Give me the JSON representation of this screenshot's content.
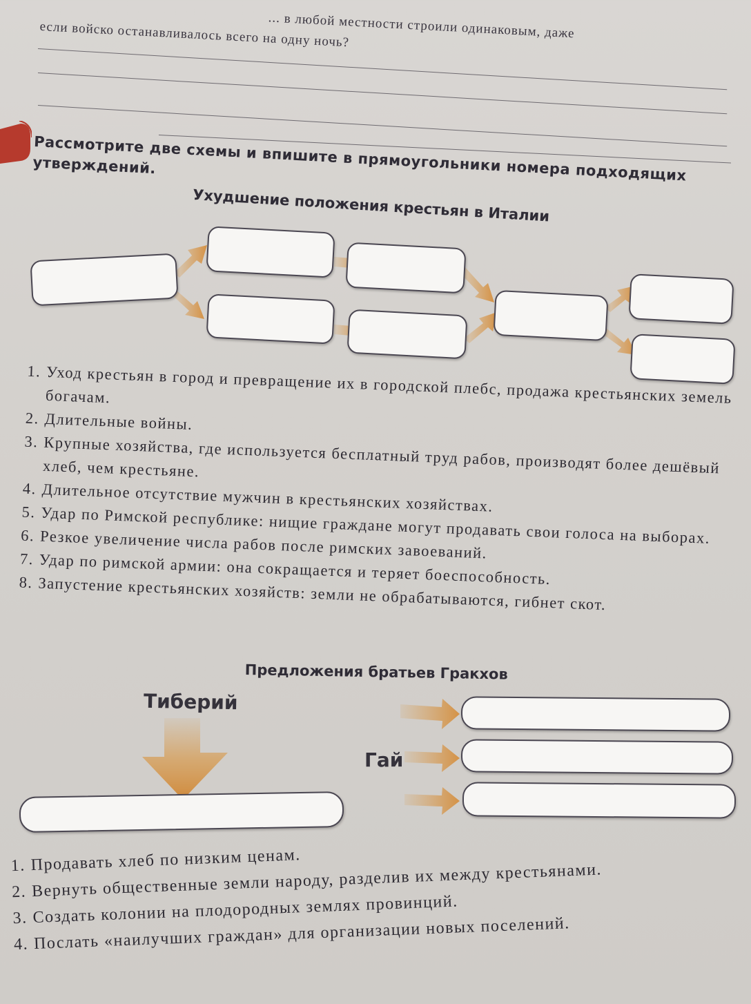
{
  "top_question": {
    "line1": "... в любой местности строили одинаковым, даже",
    "line2": "если войско останавливалось всего на одну ночь?"
  },
  "task_instruction": "Рассмотрите две схемы и впишите в прямоугольники номера подходящих утверждений.",
  "diagram1": {
    "title": "Ухудшение положения крестьян в Италии",
    "statements": [
      {
        "num": "1.",
        "text": "Уход крестьян в город и превращение их в городской плебс, продажа крестьянских земель богачам."
      },
      {
        "num": "2.",
        "text": "Длительные войны."
      },
      {
        "num": "3.",
        "text": "Крупные хозяйства, где используется бесплатный труд рабов, производят более дешёвый хлеб, чем крестьяне."
      },
      {
        "num": "4.",
        "text": "Длительное отсутствие мужчин в крестьянских хозяйствах."
      },
      {
        "num": "5.",
        "text": "Удар по Римской республике: нищие граждане могут продавать свои голоса на выборах."
      },
      {
        "num": "6.",
        "text": "Резкое увеличение числа рабов после римских завоеваний."
      },
      {
        "num": "7.",
        "text": "Удар по римской армии: она  сокращается и теряет боеспособность."
      },
      {
        "num": "8.",
        "text": "Запустение крестьянских хозяйств: земли не обрабатываются, гибнет скот."
      }
    ]
  },
  "diagram2": {
    "title": "Предложения братьев Гракхов",
    "tiberius_label": "Тиберий",
    "gai_label": "Гай",
    "statements": [
      {
        "num": "1.",
        "text": "Продавать хлеб по низким ценам."
      },
      {
        "num": "2.",
        "text": "Вернуть общественные земли народу, разделив их между крестьянами."
      },
      {
        "num": "3.",
        "text": "Создать колонии на плодородных землях провинций."
      },
      {
        "num": "4.",
        "text": "Послать «наилучших граждан» для организации новых поселений."
      }
    ]
  },
  "colors": {
    "arrow": "#d79a4d",
    "box_border": "#4b4752",
    "box_fill": "#f7f6f4",
    "marker": "#b63a2d"
  }
}
